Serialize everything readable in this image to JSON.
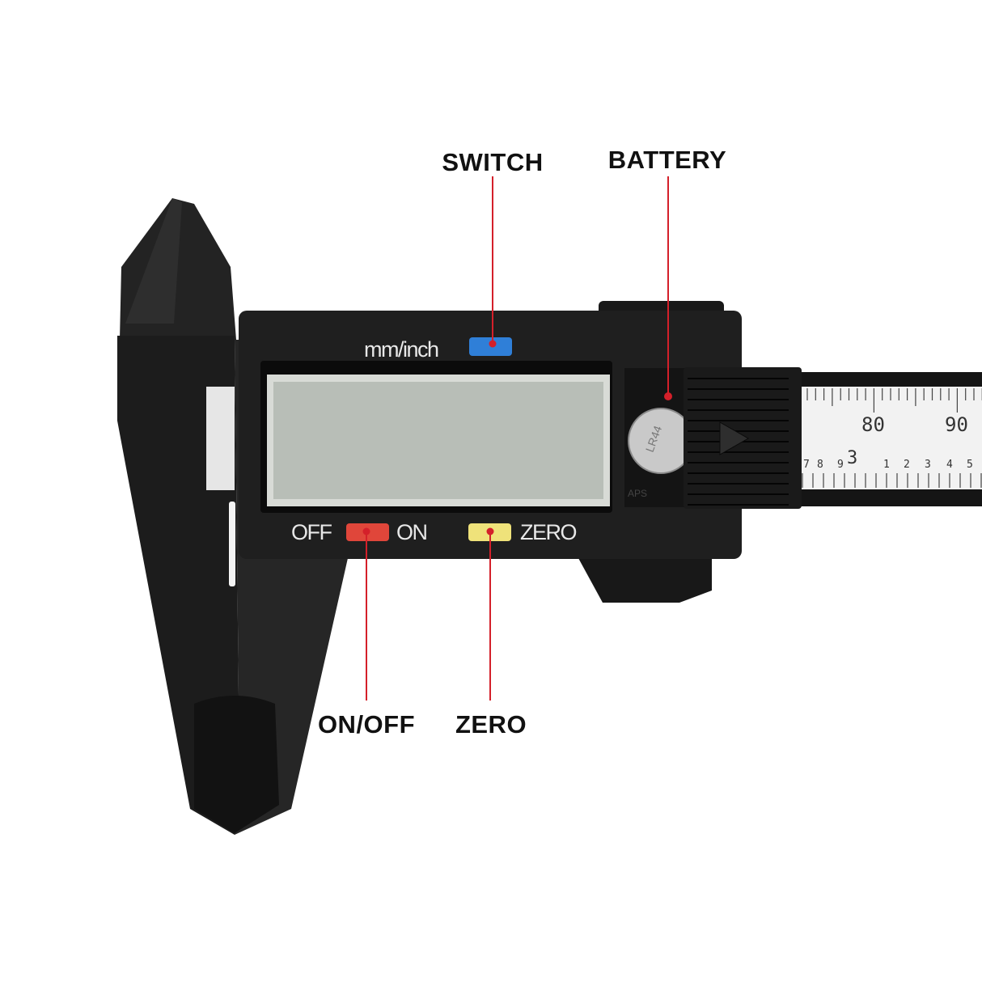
{
  "callouts": {
    "switch": "SWITCH",
    "battery": "BATTERY",
    "on_off": "ON/OFF",
    "zero": "ZERO"
  },
  "panel": {
    "unit_label": "mm/inch",
    "off_label": "OFF",
    "on_label": "ON",
    "zero_label": "ZERO"
  },
  "battery": {
    "model": "LR44",
    "brand_mark": "APS"
  },
  "scale": {
    "mm_labels": [
      "80",
      "90"
    ],
    "inch_major": "3",
    "inch_minor": [
      "7",
      "8",
      "9",
      "1",
      "2",
      "3",
      "4",
      "5"
    ]
  },
  "colors": {
    "leader_line": "#d4202a",
    "switch_button": "#2f7fd8",
    "power_button": "#e0463a",
    "zero_button": "#efe27a",
    "lcd": "#b8beb7",
    "body": "#1f1f1f"
  }
}
